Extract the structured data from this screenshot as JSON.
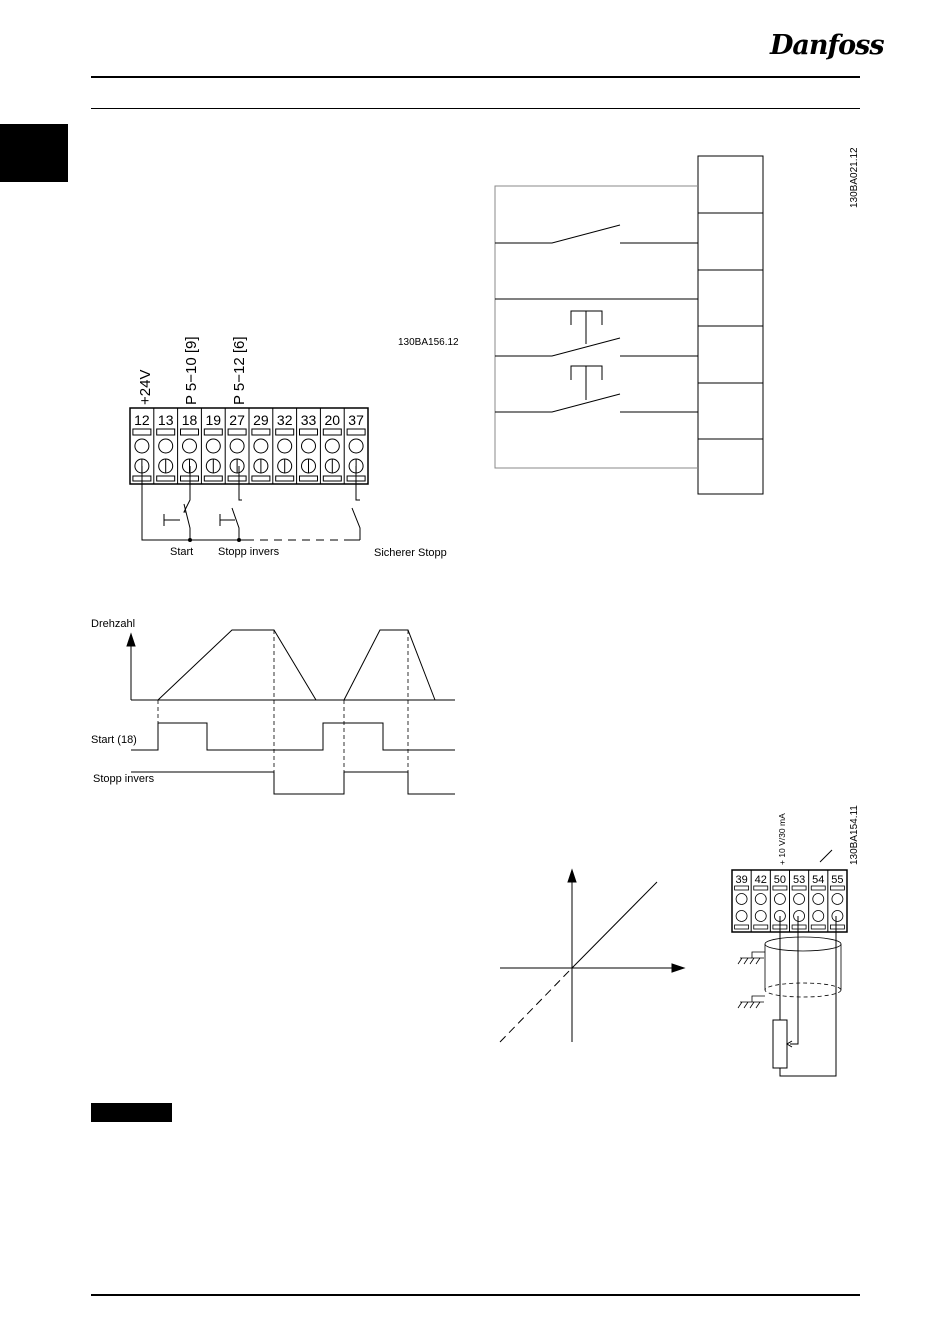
{
  "header": {
    "brand": "Danfoss"
  },
  "figure_terminals": {
    "ref": "130BA156.12",
    "label_24v": "+24V",
    "label_p510": "P 5−10 [9]",
    "label_p512": "P 5−12 [6]",
    "terminals": [
      "12",
      "13",
      "18",
      "19",
      "27",
      "29",
      "32",
      "33",
      "20",
      "37"
    ],
    "label_start": "Start",
    "label_stopp_invers": "Stopp invers",
    "label_sicherer_stopp": "Sicherer Stopp"
  },
  "figure_timing": {
    "label_speed": "Drehzahl",
    "label_start": "Start (18)",
    "label_stopp": "Stopp invers"
  },
  "figure_switches": {
    "ref": "130BA021.12"
  },
  "figure_analog": {
    "ref": "130BA154.11",
    "supply_label": "+ 10 V/30 mA",
    "terminals": [
      "39",
      "42",
      "50",
      "53",
      "54",
      "55"
    ]
  }
}
